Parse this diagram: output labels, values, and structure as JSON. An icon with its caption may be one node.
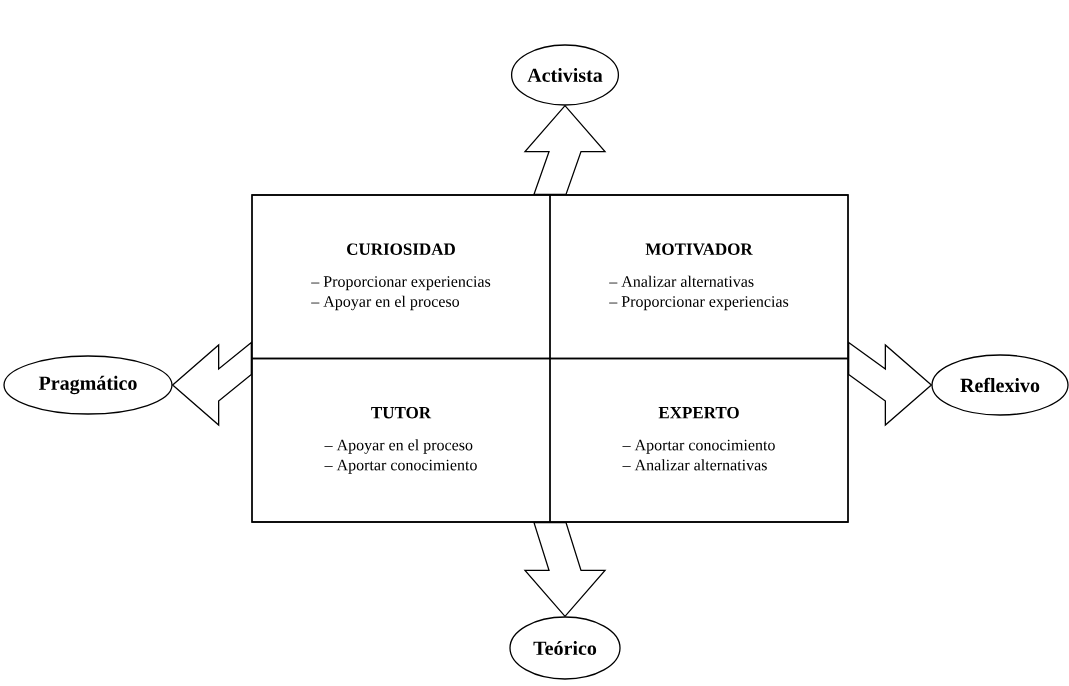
{
  "diagram": {
    "nodes": [
      {
        "text": [],
        "shape": "box"
      },
      {
        "text": [
          "Activista"
        ]
      },
      {
        "text": [
          "CURIOSIDAD",
          "– Proporcionar experiencias",
          "– Apoyar en el proceso"
        ],
        "in": 0
      },
      {
        "text": [
          "MOTIVADOR",
          "– Analizar alternativas",
          "– Proporcionar experiencias"
        ],
        "in": 0
      },
      {
        "text": [
          "Pragmático"
        ]
      },
      {
        "text": [
          "Reflexivo"
        ]
      },
      {
        "text": [
          "TUTOR",
          "– Apoyar en el proceso",
          "– Aportar conocimiento"
        ],
        "in": 0
      },
      {
        "text": [
          "EXPERTO",
          "– Aportar conocimiento",
          "– Analizar alternativas"
        ],
        "in": 0
      },
      {
        "text": [
          "Teórico"
        ]
      }
    ],
    "edges": [
      {
        "from": 0,
        "to": 1,
        "arrow": "to"
      },
      {
        "from": 0,
        "to": 4,
        "arrow": "to"
      },
      {
        "from": 0,
        "to": 5,
        "arrow": "to"
      },
      {
        "from": 0,
        "to": 8,
        "arrow": "to"
      }
    ]
  }
}
